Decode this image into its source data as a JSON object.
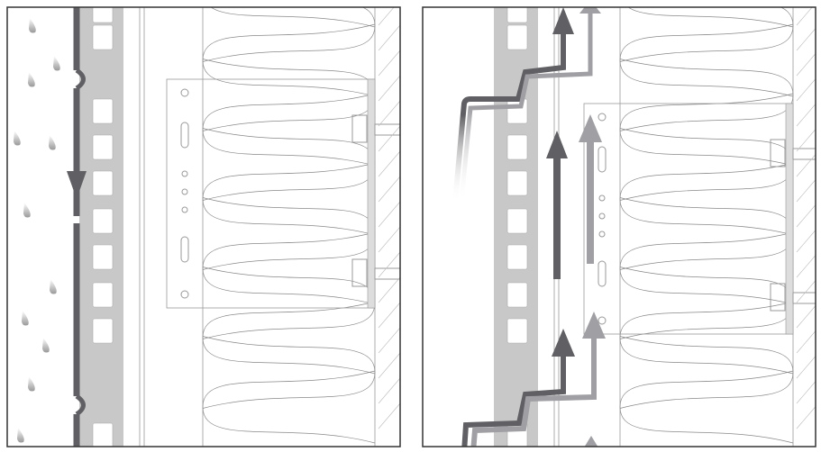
{
  "panels": [
    {
      "name": "rain-drainage-panel",
      "flow_direction": "down"
    },
    {
      "name": "ventilation-panel",
      "flow_direction": "up"
    }
  ],
  "colors": {
    "frame": "#333333",
    "cladding_dark": "#606064",
    "panel_gray": "#c8c8c8",
    "air_light": "#a0a0a4",
    "line": "#9a9a9a",
    "drop": "#a8a8a8"
  },
  "icons": [
    "raindrop-icon",
    "arrow-down-icon",
    "arrow-up-icon"
  ]
}
